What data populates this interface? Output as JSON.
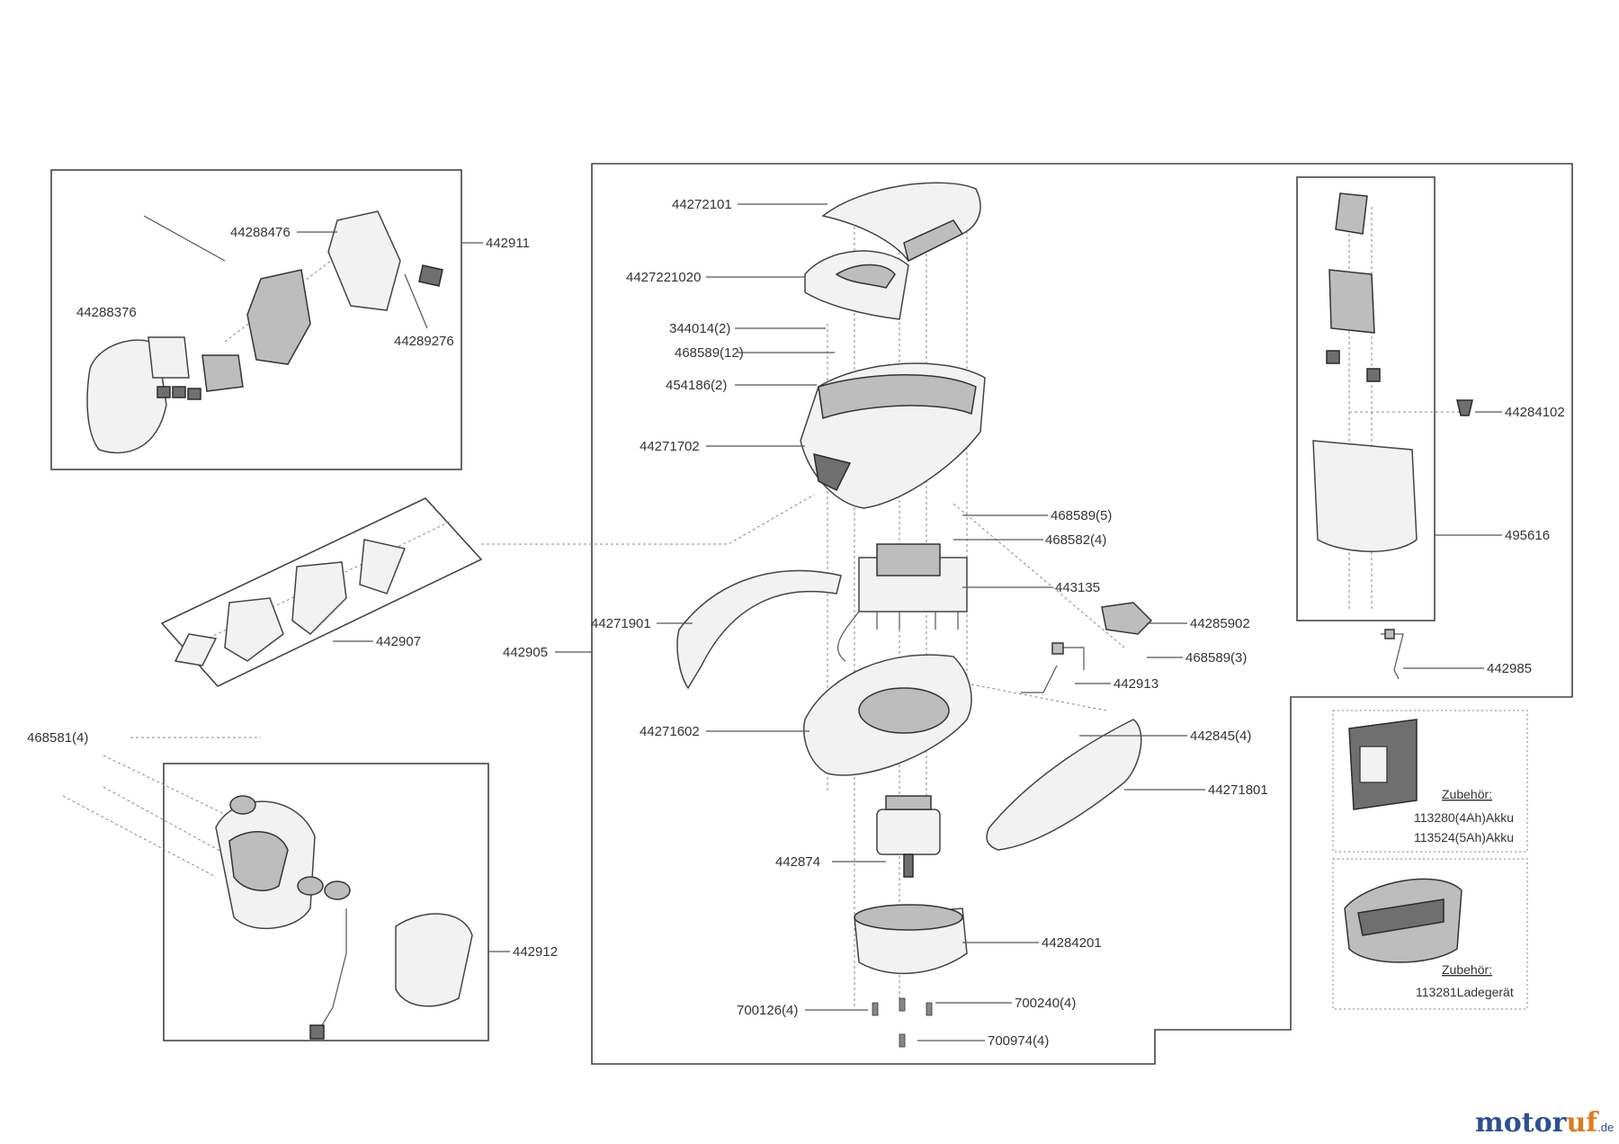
{
  "parts": {
    "p44272101": "44272101",
    "p4427221020": "4427221020",
    "p344014": "344014(2)",
    "p468589_12": "468589(12)",
    "p454186": "454186(2)",
    "p44271702": "44271702",
    "p468589_5": "468589(5)",
    "p468582": "468582(4)",
    "p443135": "443135",
    "p44271901": "44271901",
    "p442905": "442905",
    "p44285902": "44285902",
    "p468589_3": "468589(3)",
    "p442913": "442913",
    "p44271602": "44271602",
    "p442845": "442845(4)",
    "p44271801": "44271801",
    "p442874": "442874",
    "p44284201": "44284201",
    "p700126": "700126(4)",
    "p700240": "700240(4)",
    "p700974": "700974(4)",
    "p44288476": "44288476",
    "p442911": "442911",
    "p44288376": "44288376",
    "p44289276": "44289276",
    "p442907": "442907",
    "p468581": "468581(4)",
    "p442912": "442912",
    "p44284102": "44284102",
    "p495616": "495616",
    "p442985": "442985"
  },
  "accessories": {
    "battery": {
      "heading": "Zubehör:",
      "line1": "113280(4Ah)Akku",
      "line2": "113524(5Ah)Akku"
    },
    "charger": {
      "heading": "Zubehör:",
      "line1": "113281Ladegerät"
    }
  },
  "brand": {
    "name_a": "motor",
    "name_b": "uf",
    "suffix": ".de",
    "color_a": "#2d4f8e",
    "color_b": "#e07b1e"
  }
}
